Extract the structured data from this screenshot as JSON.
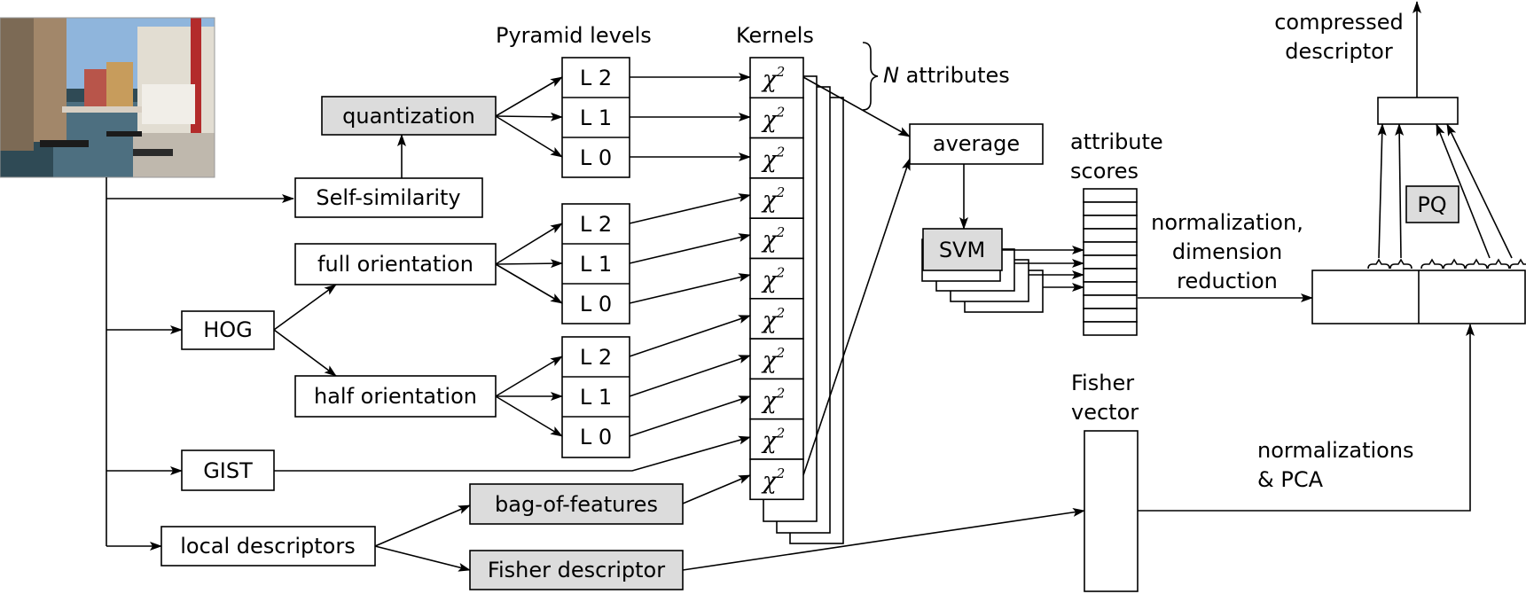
{
  "labels": {
    "pyramid_levels": "Pyramid levels",
    "kernels": "Kernels",
    "n_attributes_var": "N",
    "n_attributes_text": " attributes",
    "quantization": "quantization",
    "self_similarity": "Self-similarity",
    "full_orientation": "full orientation",
    "half_orientation": "half orientation",
    "hog": "HOG",
    "gist": "GIST",
    "local_descriptors": "local descriptors",
    "bag_of_features": "bag-of-features",
    "fisher_descriptor": "Fisher descriptor",
    "average": "average",
    "svm": "SVM",
    "attribute_scores_1": "attribute",
    "attribute_scores_2": "scores",
    "normalization_1": "normalization,",
    "normalization_2": "dimension",
    "normalization_3": "reduction",
    "fisher_vector_1": "Fisher",
    "fisher_vector_2": "vector",
    "normalizations_pca_1": "normalizations",
    "normalizations_pca_2": "& PCA",
    "compressed_1": "compressed",
    "compressed_2": "descriptor",
    "pq": "PQ",
    "chi": "χ",
    "chi_exp": "2"
  },
  "pyramid": {
    "self_similarity_levels": [
      "L 2",
      "L 1",
      "L 0"
    ],
    "full_orientation_levels": [
      "L 2",
      "L 1",
      "L 0"
    ],
    "half_orientation_levels": [
      "L 2",
      "L 1",
      "L 0"
    ]
  },
  "colors": {
    "shaded_box": "#dcdcdc",
    "line": "#000000"
  }
}
